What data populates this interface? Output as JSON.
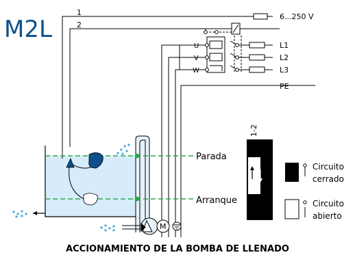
{
  "model": "M2L",
  "wires": {
    "w1": "1",
    "w2": "2",
    "supply": "6...250 V",
    "u": "U",
    "v": "V",
    "w": "W",
    "l1": "L1",
    "l2": "L2",
    "l3": "L3",
    "pe": "PE"
  },
  "levels": {
    "stop": "Parada",
    "start": "Arranque"
  },
  "contact": {
    "header": "1-2",
    "closed": "Circuito\ncerrado",
    "open": "Circuito\nabierto"
  },
  "caption": "ACCIONAMIENTO DE LA BOMBA DE LLENADO",
  "colors": {
    "blue": "#0d4f8b",
    "green": "#2aa84a",
    "water": "#d7ecfa",
    "splash": "#3fa9dd",
    "pipe": "#e6f2fb"
  }
}
